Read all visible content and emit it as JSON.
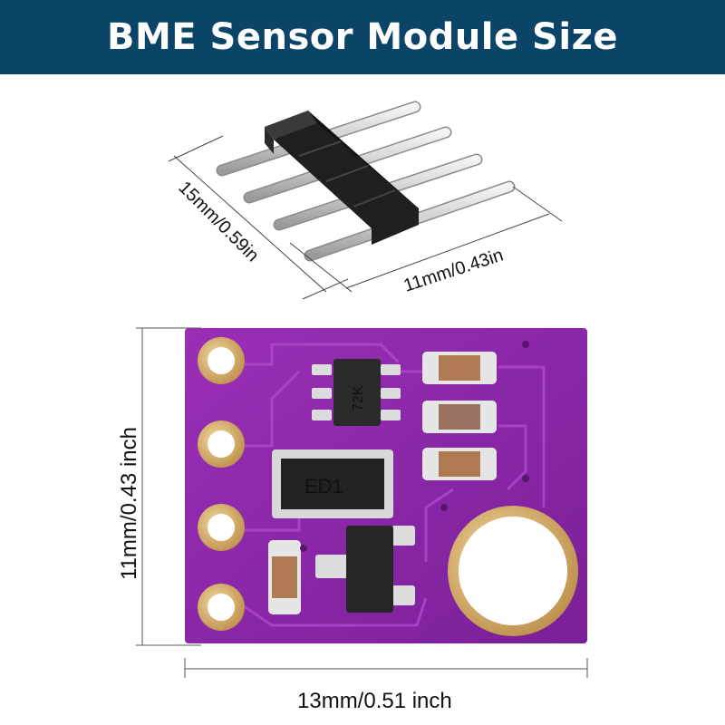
{
  "header": {
    "title": "BME Sensor Module Size"
  },
  "header_pins": {
    "depth_label": "15mm/0.59in",
    "width_label": "11mm/0.43in"
  },
  "board": {
    "height_label": "11mm/0.43 inch",
    "width_label": "13mm/0.51 inch",
    "chip_marking_1": "72K",
    "chip_marking_2": "ED1"
  },
  "colors": {
    "banner": "#0a4466",
    "pcb": "#8a2aa8",
    "gold": "#d8b06a",
    "pin_black": "#1c1c1c"
  }
}
